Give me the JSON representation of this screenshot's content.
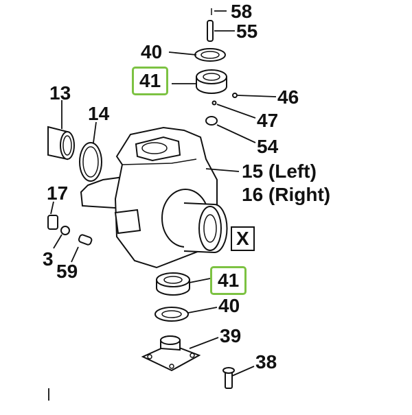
{
  "labels": {
    "l58": "58",
    "l55": "55",
    "l40_top": "40",
    "l41_top": "41",
    "l46": "46",
    "l47": "47",
    "l54": "54",
    "l13": "13",
    "l14": "14",
    "l15": "15 (Left)",
    "l16": "16 (Right)",
    "l17": "17",
    "l3": "3",
    "l59": "59",
    "lX": "X",
    "l41_bottom": "41",
    "l40_bottom": "40",
    "l39": "39",
    "l38": "38"
  },
  "highlight_color": "#7cc242"
}
